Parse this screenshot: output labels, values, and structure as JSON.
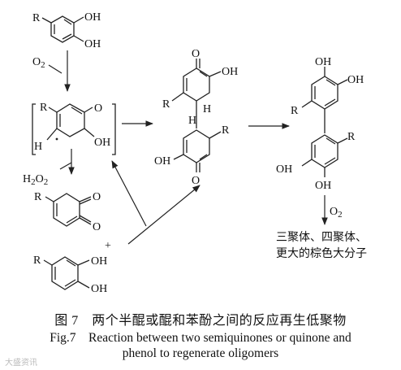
{
  "scheme": {
    "start_molecule": {
      "substituent": "R",
      "groups": [
        "OH",
        "OH"
      ]
    },
    "oxidant_1": {
      "symbol": "O",
      "subscript": "2"
    },
    "semiquinone": {
      "substituent": "R",
      "groups": [
        "O",
        "OH"
      ],
      "hydrogen": "H"
    },
    "byproduct": {
      "symbol": "H",
      "subscript": "2",
      "suffix": "O",
      "suffix_subscript": "2"
    },
    "quinone": {
      "substituent": "R",
      "groups": [
        "O",
        "O"
      ]
    },
    "plus_sign": "+",
    "phenol": {
      "substituent": "R",
      "groups": [
        "OH",
        "OH"
      ]
    },
    "dimer_intermediate": {
      "groups_top": [
        "O",
        "OH"
      ],
      "substituents": [
        "R",
        "R"
      ],
      "hydrogens": [
        "H",
        "H"
      ],
      "groups_bottom": [
        "OH",
        "O"
      ]
    },
    "dimer_product": {
      "groups_top": [
        "OH",
        "OH"
      ],
      "substituents": [
        "R",
        "R"
      ],
      "groups_bottom": [
        "OH",
        "OH"
      ]
    },
    "oxidant_2": {
      "symbol": "O",
      "subscript": "2"
    },
    "oligomer_line1": "三聚体、四聚体、",
    "oligomer_line2": "更大的棕色大分子"
  },
  "caption": {
    "cn": "图 7　两个半醌或醌和苯酚之间的反应再生低聚物",
    "en_line1": "Fig.7　Reaction between two semiquinones or quinone and",
    "en_line2": "phenol to regenerate oligomers"
  },
  "watermark": "大盛资讯"
}
